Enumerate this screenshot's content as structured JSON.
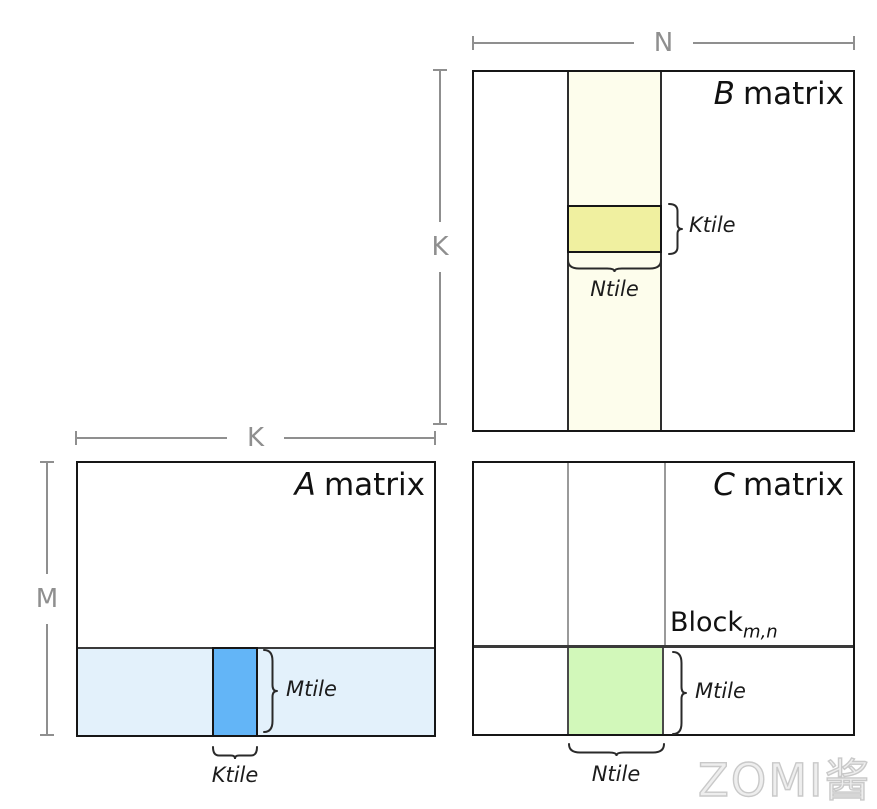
{
  "colors": {
    "b-stripe": "#fdfdec",
    "b-tile": "#f0f0a0",
    "a-stripe": "#e3f1fb",
    "a-tile": "#63b5f7",
    "c-tile": "#d2f8ba",
    "box-border": "#161616",
    "line-dark": "#2e2e2e",
    "line-gray": "#8f8f8f",
    "inner-gray": "#9a9a9a",
    "watermark-stroke": "#c9c9c9"
  },
  "dims": {
    "n": "N",
    "k_vertical": "K",
    "k_horizontal": "K",
    "m": "M"
  },
  "b_matrix": {
    "letter": "B",
    "word": "matrix",
    "ktile_label": "Ktile",
    "ntile_label": "Ntile"
  },
  "a_matrix": {
    "letter": "A",
    "word": "matrix",
    "mtile_label": "Mtile",
    "ktile_label": "Ktile"
  },
  "c_matrix": {
    "letter": "C",
    "word": "matrix",
    "block_label": "Block",
    "block_subscript": "m,n",
    "mtile_label": "Mtile",
    "ntile_label": "Ntile"
  },
  "watermark": {
    "text": "ZOMI酱"
  }
}
